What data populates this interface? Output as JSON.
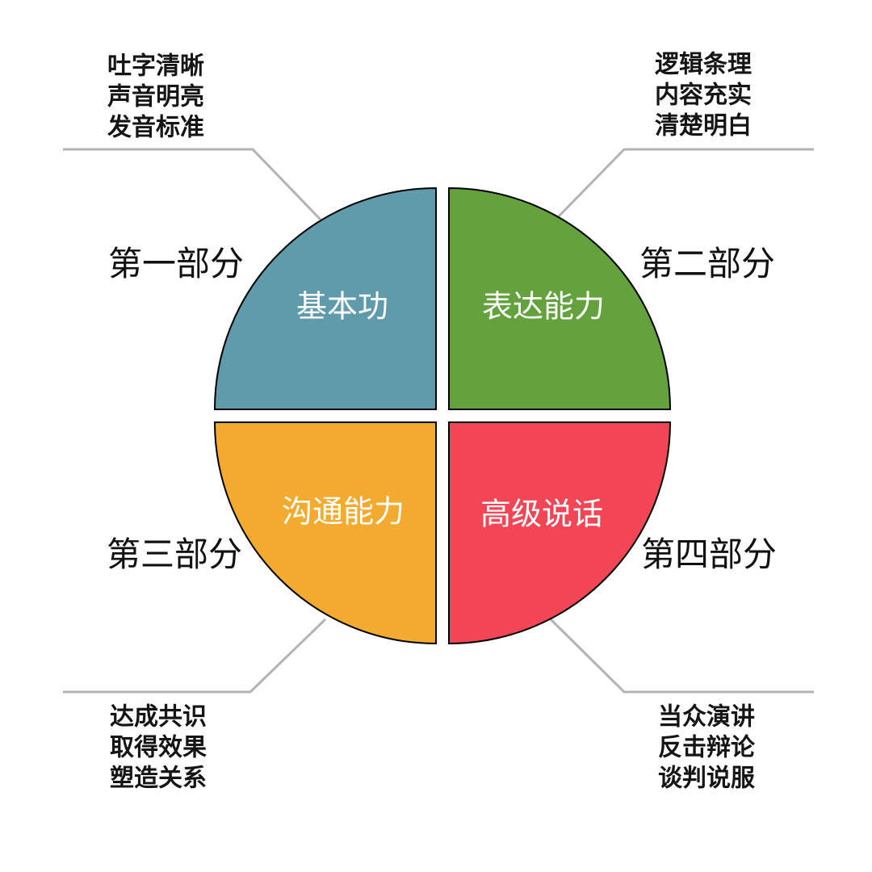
{
  "quadrants": [
    {
      "key": "top-left",
      "title": "基本功",
      "color": "#5f9bab"
    },
    {
      "key": "top-right",
      "title": "表达能力",
      "color": "#63a23c"
    },
    {
      "key": "bottom-left",
      "title": "沟通能力",
      "color": "#f2ab2f"
    },
    {
      "key": "bottom-right",
      "title": "高级说话",
      "color": "#f24657"
    }
  ],
  "parts": {
    "p1": "第一部分",
    "p2": "第二部分",
    "p3": "第三部分",
    "p4": "第四部分"
  },
  "notes": {
    "top_left": [
      "吐字清晰",
      "声音明亮",
      "发音标准"
    ],
    "top_right": [
      "逻辑条理",
      "内容充实",
      "清楚明白"
    ],
    "bottom_left": [
      "达成共识",
      "取得效果",
      "塑造关系"
    ],
    "bottom_right": [
      "当众演讲",
      "反击辩论",
      "谈判说服"
    ]
  },
  "leader_color": "#b3b3b3"
}
